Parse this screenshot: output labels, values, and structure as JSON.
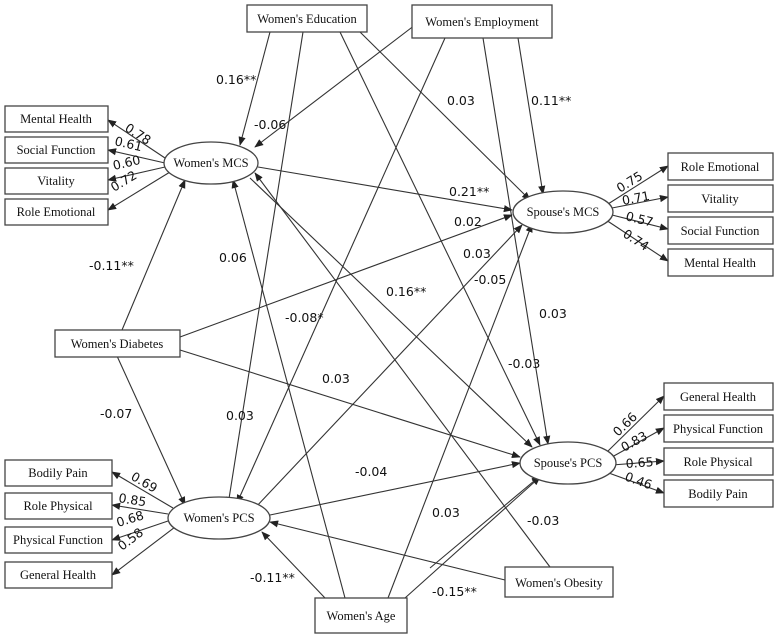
{
  "colors": {
    "stroke": "#333333",
    "text": "#111111",
    "background": "#ffffff"
  },
  "nodes": {
    "womens_education": {
      "label": "Women's Education"
    },
    "womens_employment": {
      "label": "Women's Employment"
    },
    "womens_mcs": {
      "label": "Women's MCS"
    },
    "spouses_mcs": {
      "label": "Spouse's MCS"
    },
    "womens_diabetes": {
      "label": "Women's Diabetes"
    },
    "spouses_pcs": {
      "label": "Spouse's PCS"
    },
    "womens_pcs": {
      "label": "Women's PCS"
    },
    "womens_obesity": {
      "label": "Women's Obesity"
    },
    "womens_age": {
      "label": "Women's Age"
    },
    "wm_mental_health": {
      "label": "Mental Health"
    },
    "wm_social_function": {
      "label": "Social Function"
    },
    "wm_vitality": {
      "label": "Vitality"
    },
    "wm_role_emotional": {
      "label": "Role Emotional"
    },
    "sm_role_emotional": {
      "label": "Role Emotional"
    },
    "sm_vitality": {
      "label": "Vitality"
    },
    "sm_social_function": {
      "label": "Social Function"
    },
    "sm_mental_health": {
      "label": "Mental Health"
    },
    "sp_general_health": {
      "label": "General Health"
    },
    "sp_physical_function": {
      "label": "Physical Function"
    },
    "sp_role_physical": {
      "label": "Role Physical"
    },
    "sp_bodily_pain": {
      "label": "Bodily Pain"
    },
    "wp_bodily_pain": {
      "label": "Bodily Pain"
    },
    "wp_role_physical": {
      "label": "Role Physical"
    },
    "wp_physical_function": {
      "label": "Physical Function"
    },
    "wp_general_health": {
      "label": "General Health"
    }
  },
  "loadings": {
    "wm_mental_health": "0.78",
    "wm_social_function": "0.61",
    "wm_vitality": "0.60",
    "wm_role_emotional": "0.72",
    "sm_role_emotional": "0.75",
    "sm_vitality": "0.71",
    "sm_social_function": "0.57",
    "sm_mental_health": "0.74",
    "sp_general_health": "0.66",
    "sp_physical_function": "0.83",
    "sp_role_physical": "0.65",
    "sp_bodily_pain": "0.46",
    "wp_bodily_pain": "0.69",
    "wp_role_physical": "0.85",
    "wp_physical_function": "0.68",
    "wp_general_health": "0.58"
  },
  "paths": {
    "edu_to_wmcs": "0.16**",
    "edu_to_smcs": "0.03",
    "edu_to_wpcs": "0.06",
    "edu_to_spcs": "0.03",
    "emp_to_wmcs": "-0.06",
    "emp_to_smcs": "0.11**",
    "emp_to_wpcs": "-0.08*",
    "emp_to_spcs": "0.03",
    "wmcs_to_smcs": "0.21**",
    "wmcs_to_spcs": "0.16**",
    "diab_to_wmcs": "-0.11**",
    "diab_to_smcs": "0.02",
    "diab_to_spcs": "0.03",
    "diab_to_wpcs": "-0.07",
    "wpcs_to_smcs": "0.03",
    "wpcs_to_spcs": "-0.04",
    "age_to_wmcs": "0.03",
    "age_to_smcs": "-0.05",
    "age_to_spcs": "-0.03",
    "age_to_wpcs": "-0.11**",
    "obes_to_wmcs": "-0.03",
    "obes_to_wpcs": "-0.15**",
    "obes_to_spcs": "-0.03"
  }
}
